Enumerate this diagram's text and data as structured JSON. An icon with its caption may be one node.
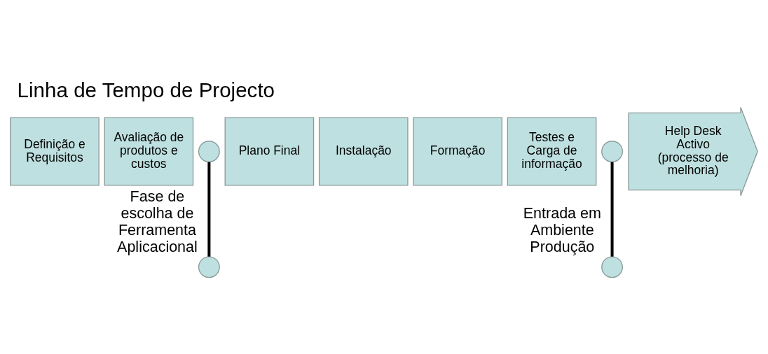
{
  "diagram": {
    "title": "Linha de Tempo de Projecto",
    "nodes": [
      {
        "text": [
          "Definição e Requisitos"
        ]
      },
      {
        "text": [
          "Avaliação de produtos e custos"
        ]
      },
      {
        "text": [],
        "shape": "circle"
      },
      {
        "text": [],
        "shape": "circle",
        "beside": [
          "Fase de escolha de Ferramenta Aplicacional"
        ]
      },
      {
        "text": [
          "Plano Final"
        ]
      },
      {
        "text": [
          "Instalação"
        ]
      },
      {
        "text": [
          "Formação"
        ]
      },
      {
        "text": [
          "Testes e Carga de informação"
        ]
      },
      {
        "text": [],
        "shape": "circle"
      },
      {
        "text": [],
        "shape": "circle",
        "beside": [
          "Entrada em Ambiente Produção"
        ]
      },
      {
        "text": [
          "Help Desk Activo (processo de melhoria)"
        ]
      }
    ],
    "edges": [
      {
        "from": 2,
        "to": 3,
        "arrow": "none"
      },
      {
        "from": 8,
        "to": 9,
        "arrow": "none"
      }
    ]
  }
}
